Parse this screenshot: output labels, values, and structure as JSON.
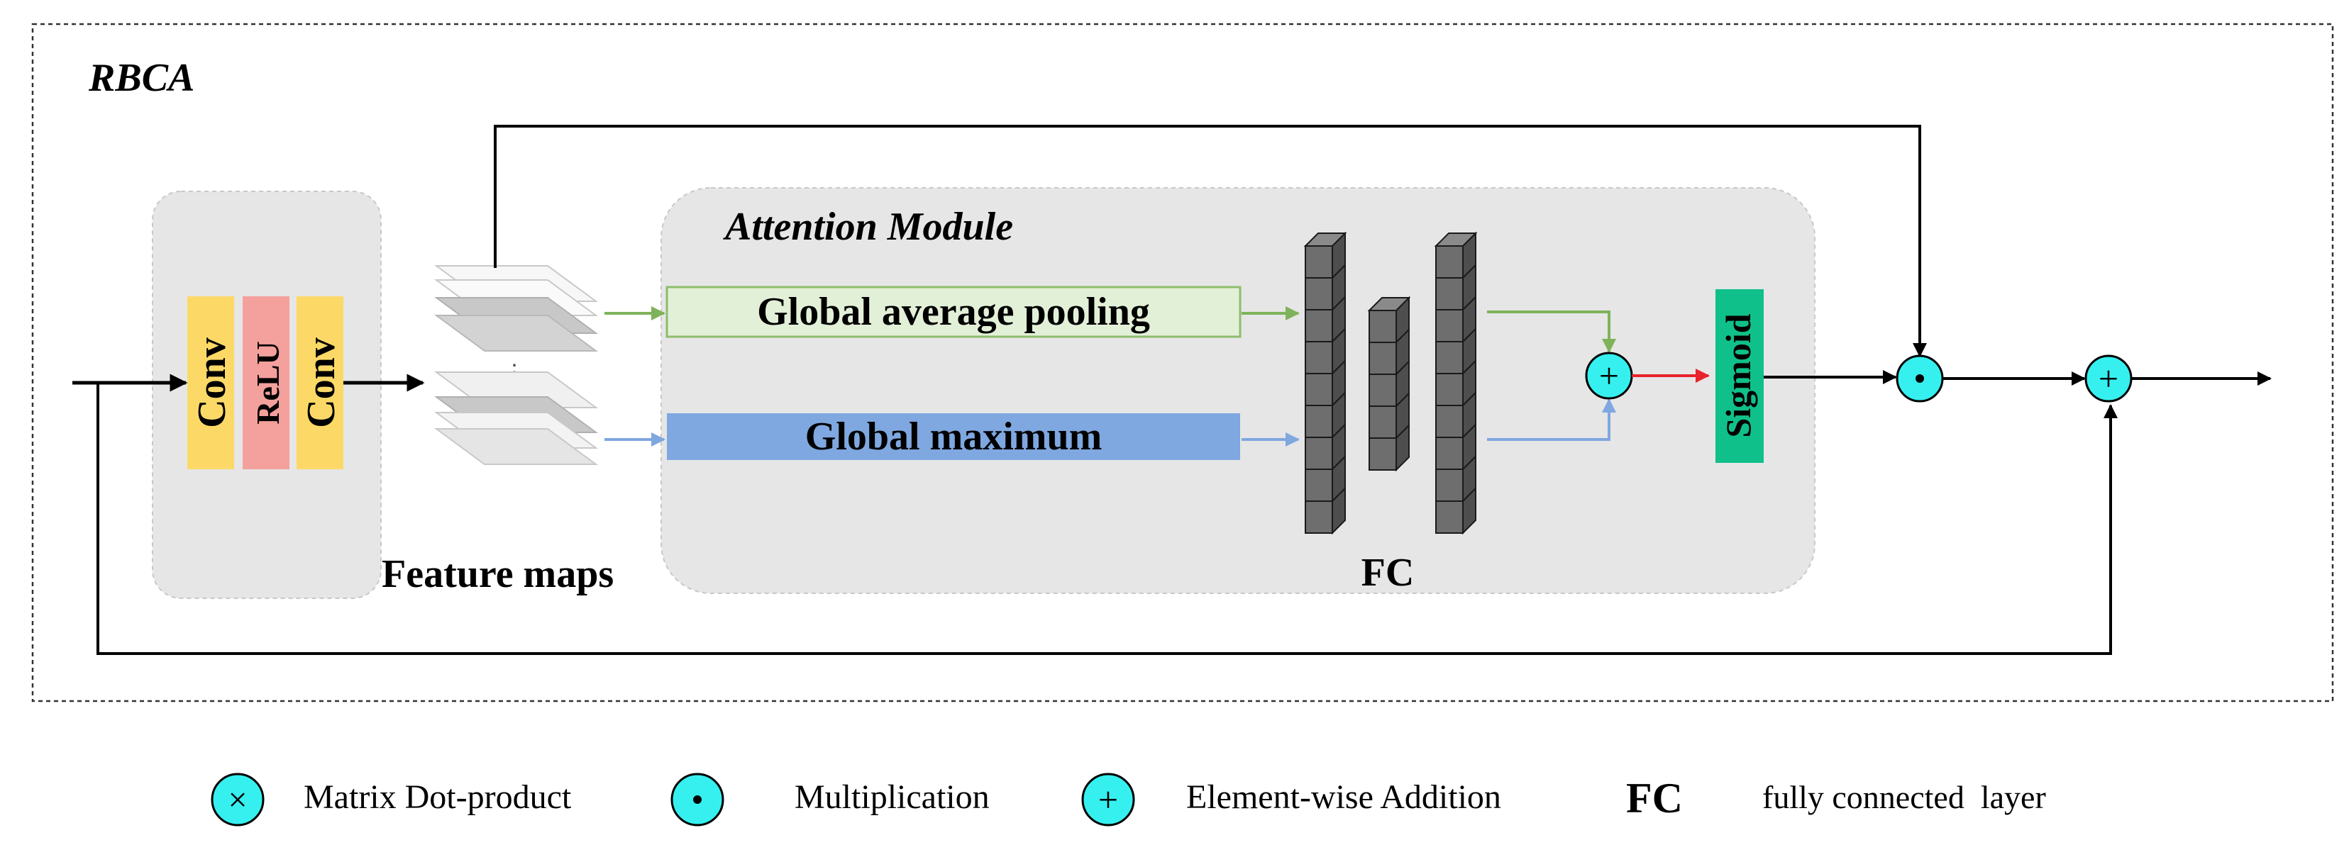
{
  "outer_title": "RBCA",
  "attention_module_label": "Attention Module",
  "conv_block": {
    "first": "Conv",
    "middle": "ReLU",
    "last": "Conv"
  },
  "feature_maps_label": "Feature maps",
  "ellipsis": "⋮",
  "pooling": {
    "average": "Global average pooling",
    "maximum": "Global maximum"
  },
  "fc_label": "FC",
  "sigmoid_label": "Sigmoid",
  "operators": {
    "addition": "+",
    "multiplication": "•",
    "dot_product": "×"
  },
  "legend": [
    {
      "symbol": "×",
      "label": "Matrix Dot-product"
    },
    {
      "symbol": "•",
      "label": "Multiplication"
    },
    {
      "symbol": "+",
      "label": "Element-wise Addition"
    },
    {
      "symbol": "FC",
      "label": "fully connected  layer"
    }
  ],
  "colors": {
    "conv": "#FCD967",
    "relu": "#F4A09C",
    "avg_pool_fill": "#E3F0D8",
    "avg_pool_border": "#8DBD6B",
    "max_pool_fill": "#7FA7E0",
    "sigmoid": "#10C08A",
    "operator_fill": "#36F0F0",
    "module_bg": "#E6E6E6",
    "arrow_green": "#7FB35A",
    "arrow_blue": "#7FA7E0",
    "arrow_red": "#E8232A",
    "cube_fill": "#6E6E6E"
  }
}
